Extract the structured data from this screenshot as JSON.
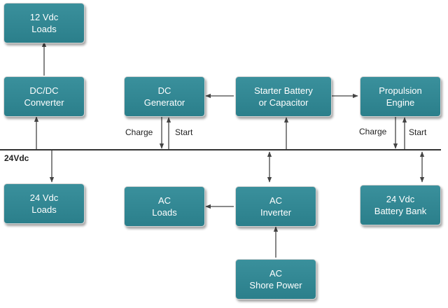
{
  "bus": {
    "label": "24Vdc"
  },
  "boxes": {
    "loads12": {
      "line1": "12 Vdc",
      "line2": "Loads"
    },
    "dcdc": {
      "line1": "DC/DC",
      "line2": "Converter"
    },
    "dcgen": {
      "line1": "DC",
      "line2": "Generator"
    },
    "starter": {
      "line1": "Starter Battery",
      "line2": "or Capacitor"
    },
    "propulsion": {
      "line1": "Propulsion",
      "line2": "Engine"
    },
    "loads24": {
      "line1": "24 Vdc",
      "line2": "Loads"
    },
    "acloads": {
      "line1": "AC",
      "line2": "Loads"
    },
    "inverter": {
      "line1": "AC",
      "line2": "Inverter"
    },
    "battbank": {
      "line1": "24 Vdc",
      "line2": "Battery Bank"
    },
    "shore": {
      "line1": "AC",
      "line2": "Shore Power"
    }
  },
  "edge_labels": {
    "gen_charge": "Charge",
    "gen_start": "Start",
    "eng_charge": "Charge",
    "eng_start": "Start"
  },
  "colors": {
    "box_fill": "#2f8592",
    "box_text": "#ffffff",
    "line": "#444444",
    "bus": "#333333"
  }
}
